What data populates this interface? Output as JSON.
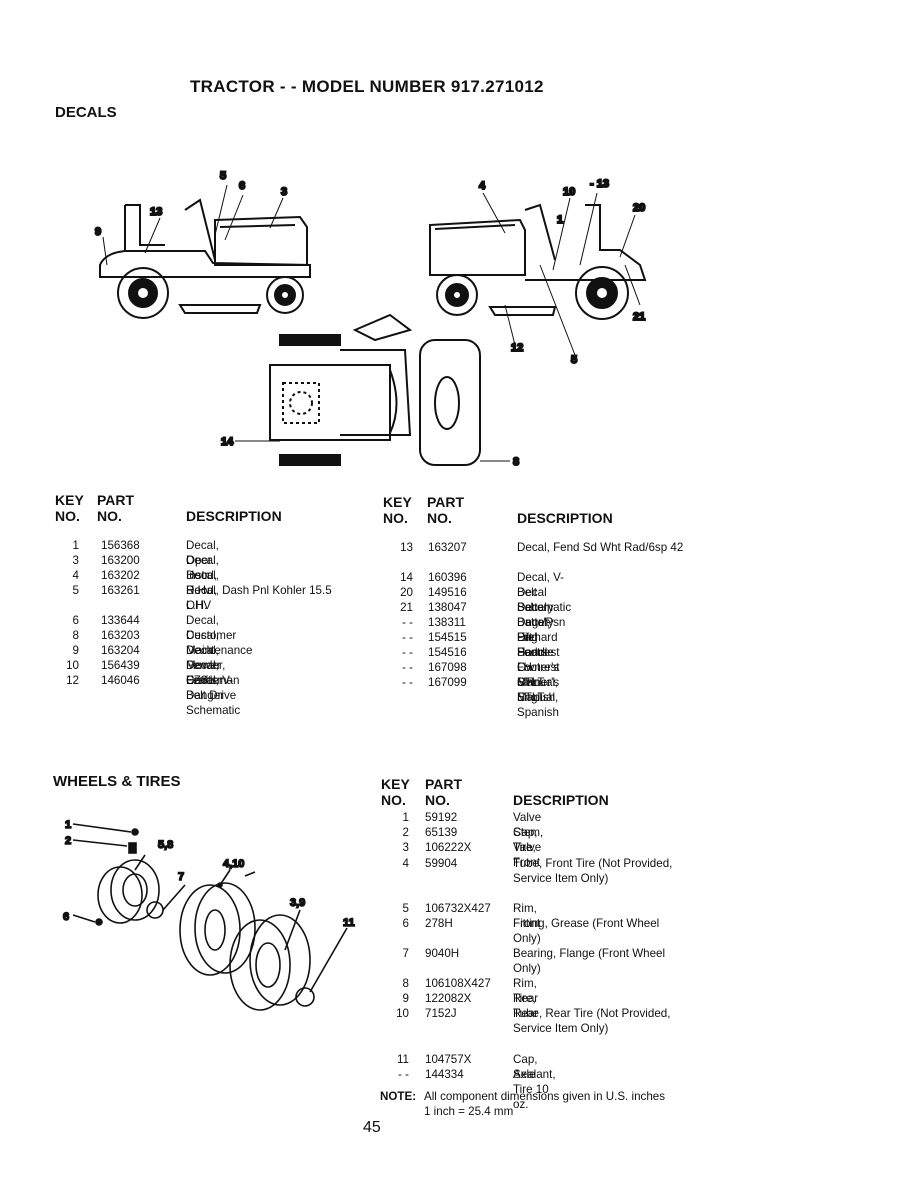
{
  "page_title": "TRACTOR - - MODEL NUMBER 917.271012",
  "decals": {
    "section_title": "DECALS",
    "diagram_labels": [
      "5",
      "6",
      "3",
      "13",
      "9",
      "4",
      "10",
      "- 13",
      "1",
      "20",
      "21",
      "12",
      "5",
      "14",
      "8"
    ],
    "header_key": "KEY",
    "header_no": "NO.",
    "header_part": "PART",
    "header_part_no": "NO.",
    "header_desc": "DESCRIPTION",
    "left_rows": [
      {
        "key": "1",
        "part": "156368",
        "desc": "Decal, Oper. Instr."
      },
      {
        "key": "3",
        "part": "163200",
        "desc": "Decal, Hood, R.H."
      },
      {
        "key": "4",
        "part": "163202",
        "desc": "Decal, Hood, L.H."
      },
      {
        "key": "5",
        "part": "163261",
        "desc": "Decal, Dash Pnl Kohler 15.5 OHV"
      },
      {
        "key": "6",
        "part": "133644",
        "desc": "Decal, Customer Maintenance"
      },
      {
        "key": "8",
        "part": "163203",
        "desc": "Decal, Deck Mower EZ3"
      },
      {
        "key": "9",
        "part": "163204",
        "desc": "Decal, Fender, Craftsman"
      },
      {
        "key": "10",
        "part": "156439",
        "desc": "Decal, Fender Danger"
      },
      {
        "key": "12",
        "part": "146046",
        "desc": "Decal, V-Belt Drive Schematic"
      }
    ],
    "right_rows": [
      {
        "key": "13",
        "part": "163207",
        "desc": "Decal, Fend Sd Wht Rad/6sp 42"
      },
      {
        "key": "14",
        "part": "160396",
        "desc": "Decal, V-Belt Schematic"
      },
      {
        "key": "20",
        "part": "149516",
        "desc": "Decal Battery Dngr/Psn Eng"
      },
      {
        "key": "21",
        "part": "138047",
        "desc": "Decal, Battery Diehard  Sears"
      },
      {
        "key": "- -",
        "part": "138311",
        "desc": "Decal, Lift Handle"
      },
      {
        "key": "- -",
        "part": "154515",
        "desc": "Pad Footrest LH STLT"
      },
      {
        "key": "- -",
        "part": "154516",
        "desc": "Pad Footrest RH STLT"
      },
      {
        "key": "- -",
        "part": "167098",
        "desc": "Owner's Manual, English"
      },
      {
        "key": "- -",
        "part": "167099",
        "desc": "Owner's Manual, Spanish"
      }
    ]
  },
  "wheels": {
    "section_title": "WHEELS & TIRES",
    "diagram_labels": [
      "1",
      "2",
      "5,8",
      "4,10",
      "7",
      "3,9",
      "6",
      "11"
    ],
    "rows": [
      {
        "key": "1",
        "part": "59192",
        "desc": "Valve Cap, Tire"
      },
      {
        "key": "2",
        "part": "65139",
        "desc": "Stem, Valve"
      },
      {
        "key": "3",
        "part": "106222X",
        "desc": "Tire, Front"
      },
      {
        "key": "4",
        "part": "59904",
        "desc": "Tube, Front Tire (Not Provided, Service Item Only)"
      },
      {
        "key": "5",
        "part": "106732X427",
        "desc": "Rim, Front"
      },
      {
        "key": "6",
        "part": "278H",
        "desc": "Fitting, Grease (Front Wheel Only)"
      },
      {
        "key": "7",
        "part": "9040H",
        "desc": "Bearing, Flange (Front Wheel Only)"
      },
      {
        "key": "8",
        "part": "106108X427",
        "desc": "Rim, Rear"
      },
      {
        "key": "9",
        "part": "122082X",
        "desc": "Tire, Rear"
      },
      {
        "key": "10",
        "part": "7152J",
        "desc": "Tube, Rear Tire (Not Provided, Service Item Only)"
      },
      {
        "key": "11",
        "part": "104757X",
        "desc": "Cap, Axle"
      },
      {
        "key": "- -",
        "part": "144334",
        "desc": "Sealant, Tire 10 oz."
      }
    ],
    "note_label": "NOTE:",
    "note_line1": "All component dimensions given in U.S. inches",
    "note_line2": "1 inch = 25.4 mm"
  },
  "page_number": "45"
}
